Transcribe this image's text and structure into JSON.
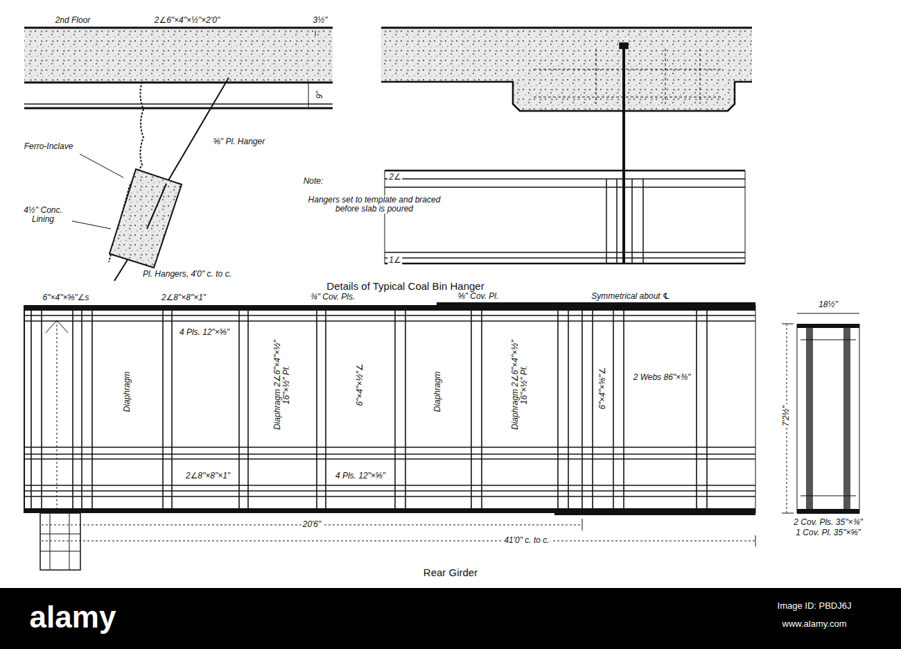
{
  "diagram": {
    "labels": [
      "2nd Floor",
      "2∠6\"×4\"×½\"×2'0\"",
      "3½\"",
      "9\"",
      "⅝\" Pl. Hanger",
      "Ferro-Inclave",
      "4½\" Conc. Lining",
      "Pl. Hangers, 4'0\" c. to c.",
      "Note:",
      "Hangers set to template and braced before slab is poured",
      "2∠",
      "1∠",
      "Details of Typical Coal Bin Hanger",
      "6\"×4\"×⅝\"∠s",
      "2∠8\"×8\"×1\"",
      "¾\" Cov. Pls.",
      "⅝\" Cov. Pl.",
      "Symmetrical about ℄",
      "Diaphragm",
      "4 Pls. 12\"×⅝\"",
      "Diaphragm 2∠6\"×4\"×½\" 16\"×½\" Pl.",
      "6\"×4\"×½\"∠",
      "Diaphragm",
      "Diaphragm 2∠6\"×4\"×½\" 16\"×½\" Pl.",
      "6\"×4\"×⅝\"∠",
      "2 Webs 86\"×⅜\"",
      "2∠8\"×8\"×1\"",
      "4 Pls. 12\"×⅝\"",
      "20'6\"",
      "41'0\" c. to c.",
      "Rear Girder",
      "18½\"",
      "7'2½\"",
      "2 Cov. Pls. 35\"×¾\"",
      "1 Cov. Pl. 35\"×⅝\"",
      "alamy",
      "Image ID: PBDJ6J",
      "www.alamy.com"
    ]
  }
}
